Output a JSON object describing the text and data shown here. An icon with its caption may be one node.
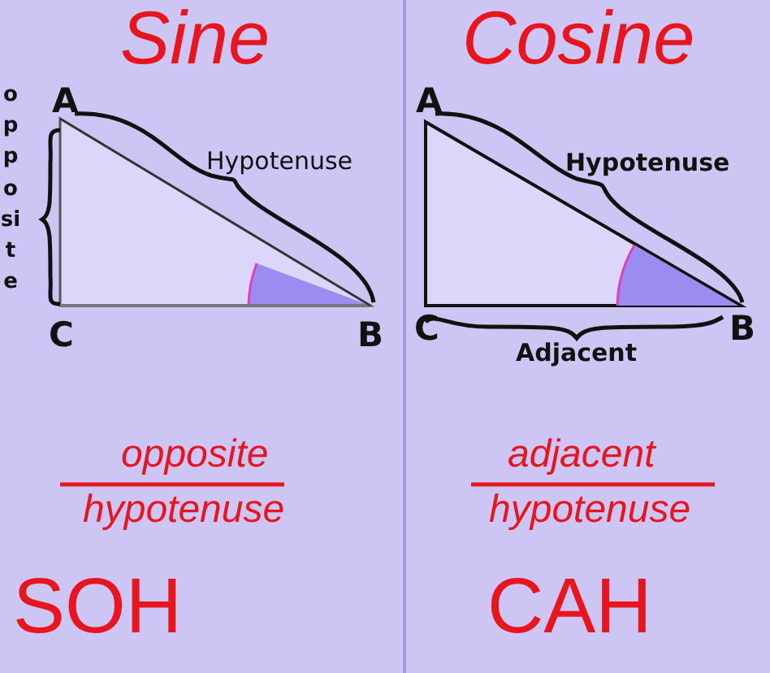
{
  "diagram": {
    "labels": [
      "Sine",
      "Cosine",
      "opposite",
      "A",
      "A",
      "Hypotenuse",
      "Hypotenuse",
      "C",
      "B",
      "C",
      "B",
      "Adjacent",
      "opposite",
      "adjacent",
      "hypotenuse",
      "hypotenuse",
      "SOH",
      "CAH"
    ]
  }
}
